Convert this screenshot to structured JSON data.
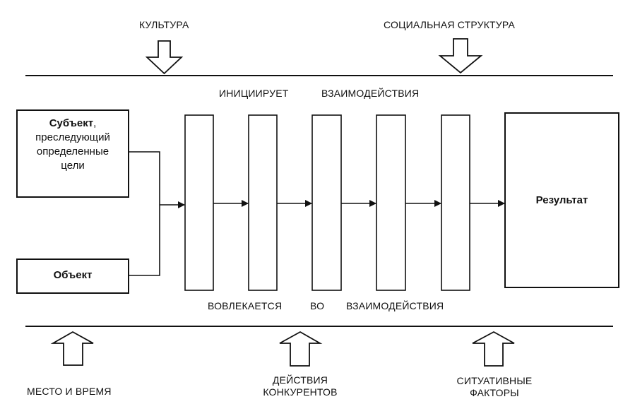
{
  "top_labels": {
    "culture": "КУЛЬТУРА",
    "social_structure": "СОЦИАЛЬНАЯ СТРУКТУРА"
  },
  "middle_labels": {
    "initiates": "ИНИЦИИРУЕТ",
    "interaction_top": "ВЗАИМОДЕЙСТВИЯ",
    "involved": "ВОВЛЕКАЕТСЯ",
    "in": "ВО",
    "interaction_bottom": "ВЗАИМОДЕЙСТВИЯ"
  },
  "boxes": {
    "subject_bold": "Субъект",
    "subject_comma": ",",
    "subject_line2": "преследующий",
    "subject_line3": "определенные",
    "subject_line4": "цели",
    "object": "Объект",
    "result": "Результат"
  },
  "bottom_labels": {
    "place_time": "МЕСТО И ВРЕМЯ",
    "competitors_line1": "ДЕЙСТВИЯ",
    "competitors_line2": "КОНКУРЕНТОВ",
    "situational_line1": "СИТУАТИВНЫЕ",
    "situational_line2": "ФАКТОРЫ"
  },
  "colors": {
    "ink": "#111111",
    "background": "#ffffff"
  }
}
